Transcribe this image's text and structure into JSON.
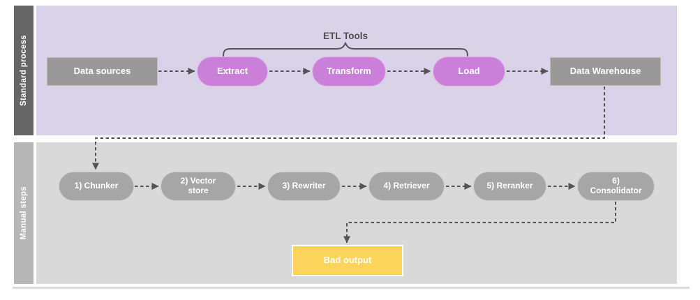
{
  "colors": {
    "lane1-bg": "#d9d2e9",
    "lane1-sidebar": "#666666",
    "lane2-bg": "#d9d9d9",
    "lane2-sidebar": "#b7b7b7",
    "gray-node": "#999999",
    "purple-node": "#ca80d8",
    "step-node": "#a6a6a6",
    "warning-node": "#fcd45c",
    "connector": "#545454",
    "annotation-ink": "#4d4d4d"
  },
  "lanes": [
    {
      "label": "Standard process",
      "annotation": {
        "label": "ETL Tools"
      },
      "nodes": [
        {
          "label": "Data sources"
        },
        {
          "label": "Extract"
        },
        {
          "label": "Transform"
        },
        {
          "label": "Load"
        },
        {
          "label": "Data Warehouse"
        }
      ]
    },
    {
      "label": "Manual steps",
      "nodes": [
        {
          "label": "1) Chunker"
        },
        {
          "label": "2) Vector store"
        },
        {
          "label": "3) Rewriter"
        },
        {
          "label": "4) Retriever"
        },
        {
          "label": "5) Reranker"
        },
        {
          "label": "6) Consolidator"
        },
        {
          "label": "Bad output"
        }
      ]
    }
  ],
  "edge_style": "dashed-arrow",
  "edges": [
    {
      "from": "Data sources",
      "to": "Extract"
    },
    {
      "from": "Extract",
      "to": "Transform"
    },
    {
      "from": "Transform",
      "to": "Load"
    },
    {
      "from": "Load",
      "to": "Data Warehouse"
    },
    {
      "from": "Data Warehouse",
      "to": "1) Chunker"
    },
    {
      "from": "1) Chunker",
      "to": "2) Vector store"
    },
    {
      "from": "2) Vector store",
      "to": "3) Rewriter"
    },
    {
      "from": "3) Rewriter",
      "to": "4) Retriever"
    },
    {
      "from": "4) Retriever",
      "to": "5) Reranker"
    },
    {
      "from": "5) Reranker",
      "to": "6) Consolidator"
    },
    {
      "from": "6) Consolidator",
      "to": "Bad output"
    }
  ]
}
